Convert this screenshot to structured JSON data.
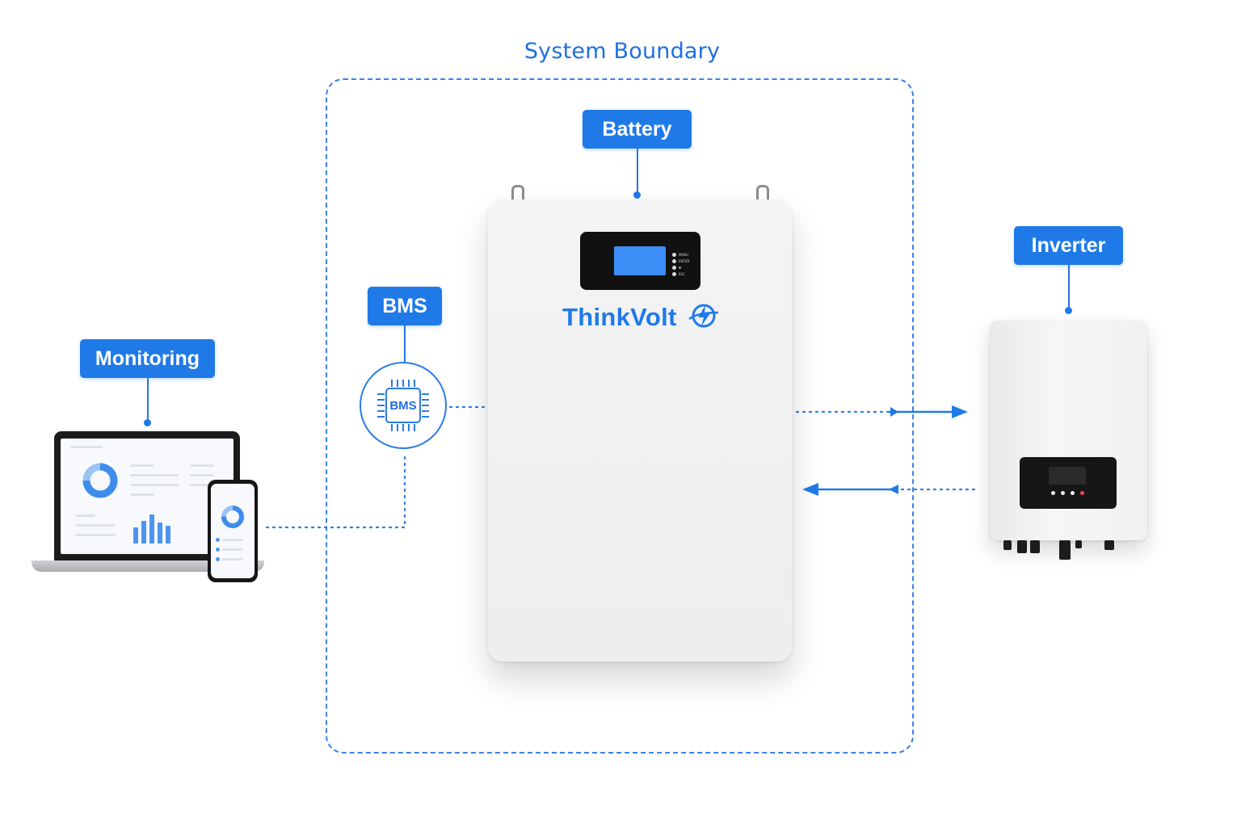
{
  "boundary": {
    "title": "System Boundary"
  },
  "labels": {
    "battery": "Battery",
    "inverter": "Inverter",
    "bms": "BMS",
    "monitoring": "Monitoring"
  },
  "battery": {
    "brand": "ThinkVolt",
    "buttons": [
      "MENU",
      "ENTER",
      "▼",
      "ESC"
    ]
  },
  "bms_chip": {
    "text": "BMS"
  },
  "colors": {
    "accent": "#1f7ae8",
    "battery_body": "#f2f2f3",
    "display": "#111111",
    "screen": "#3d8ef7"
  }
}
